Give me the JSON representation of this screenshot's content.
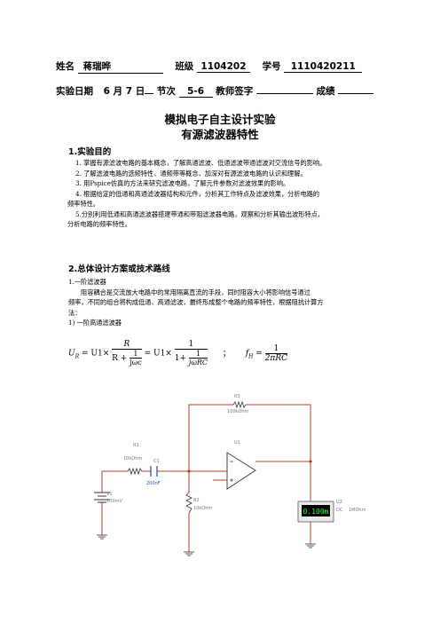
{
  "header": {
    "name_label": "姓名",
    "name_value": "蒋瑞晔",
    "class_label": "班级",
    "class_value": "1104202",
    "id_label": "学号",
    "id_value": "1110420211",
    "date_label": "实验日期",
    "date_value": "6 月 7 日",
    "session_label": "节次",
    "session_value": "5-6",
    "sign_label": "教师签字",
    "sign_value": "",
    "grade_label": "成绩",
    "grade_value": ""
  },
  "title": "模拟电子自主设计实验",
  "subtitle": "有源滤波器特性",
  "sec1": {
    "heading": "1.实验目的",
    "items": [
      "1. 掌握有源滤波电路的基本概念，了解高通滤波、低通滤波带通滤波对交流信号的影响。",
      "2. 了解滤波电路的选频特性、通频带等概念，加深对有源滤波电路的认识和理解。",
      "3. 用Pspice仿真的方法来研究滤波电路，了解元件参数对滤波效果的影响。",
      "4. 根据给定的低通和高通滤波器结构和元件，分析其工作特点及滤波效果，分析电路的",
      "频率特性。",
      "5.分别利用低通和高通滤波器搭建带通和带阻滤波器电路，观察和分析其输出波形特点，",
      "分析电路的频率特性。"
    ]
  },
  "sec2": {
    "heading": "2.总体设计方案或技术路线",
    "sub1": "1.一阶滤波器",
    "para": [
      "阻容耦合是交流放大电路中的常用隔离直流的手段，同时阻容大小将影响信号通过",
      "频率，不同的组合将构成低通、高通滤波，最终形成整个电路的频率特性，根据阻抗计算方",
      "法："
    ],
    "sub2": "1) 一阶高通滤波器"
  },
  "formula": {
    "lhs": "U",
    "lhs_sub": "R",
    "eq": "=",
    "u1": "U1×",
    "r": "R",
    "r_plus": "R +",
    "one": "1",
    "jwc": "jωc",
    "one_plus": "1+",
    "jwrc": "jωRC",
    "sep": "；",
    "f": "f",
    "f_sub": "H",
    "two_pi_rc": "2πRC"
  },
  "circuit": {
    "r3_name": "R3",
    "r3_val": "100kOhm",
    "r1_name": "R1",
    "r1_val": "10kOhm",
    "c1_name": "C1",
    "c1_val": "200nF",
    "u1_name": "U1",
    "v1_name": "V1",
    "v1_val": "100mV",
    "r2_name": "R2",
    "r2_val": "10kOhm",
    "u2_name": "U2",
    "meter_reading": "0.100m",
    "meter_mode": "DC",
    "meter_res": "1MOhm"
  }
}
